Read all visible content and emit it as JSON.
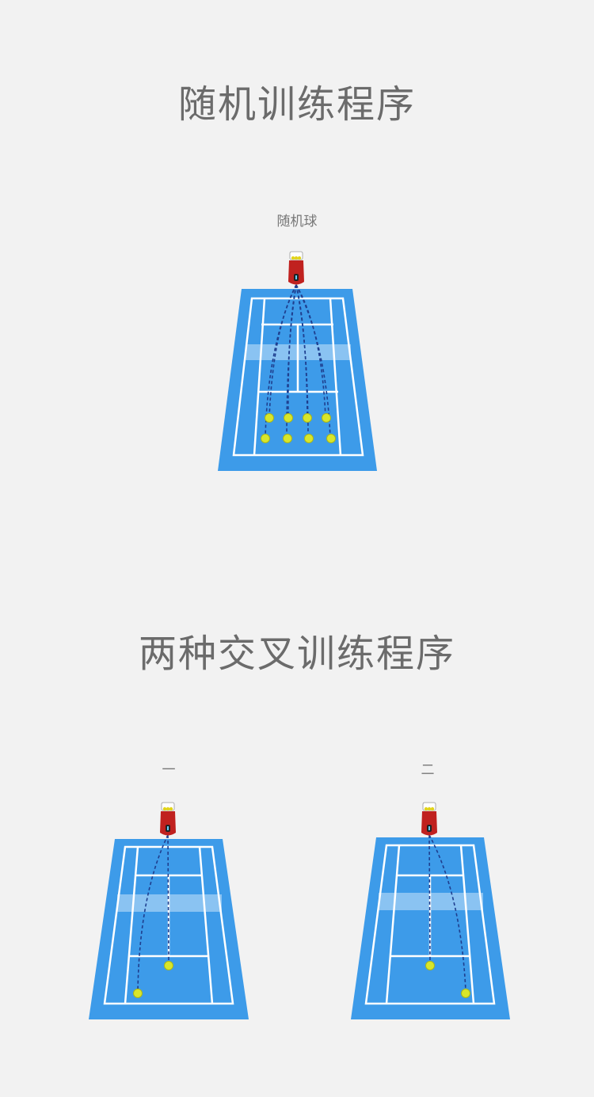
{
  "section1": {
    "title": "随机训练程序",
    "diagram_label": "随机球"
  },
  "section2": {
    "title": "两种交叉训练程序",
    "diagram_labels": [
      "一",
      "二"
    ]
  },
  "colors": {
    "court_blue": "#3d9be9",
    "line_white": "#ffffff",
    "net_band": "#9cccf4",
    "machine_red": "#c0211f",
    "ball_yellow": "#d8e62a",
    "trajectory": "#1f3f8f"
  },
  "diagrams": [
    {
      "id": "random",
      "ball_count": 8,
      "machine": "ball-machine-icon"
    },
    {
      "id": "cross-1",
      "ball_count": 2,
      "machine": "ball-machine-icon"
    },
    {
      "id": "cross-2",
      "ball_count": 2,
      "machine": "ball-machine-icon"
    }
  ]
}
